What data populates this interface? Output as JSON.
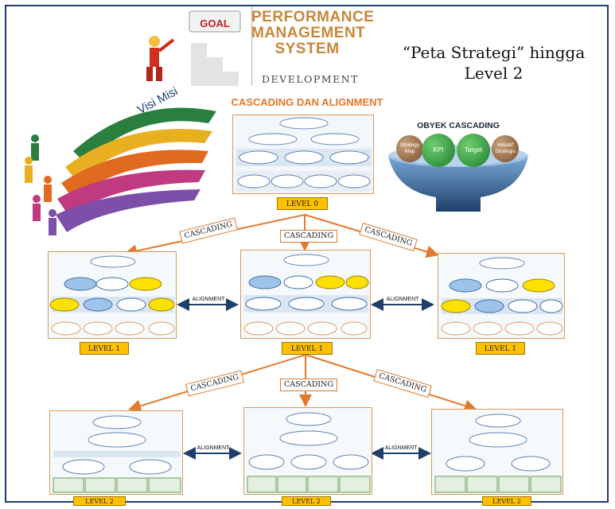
{
  "header": {
    "goal_word": "GOAL",
    "pms_lines": [
      "PERFORMANCE",
      "MANAGEMENT",
      "SYSTEM"
    ],
    "development": "DEVELOPMENT",
    "title": "“Peta Strategi” hingga Level 2",
    "subtitle": "CASCADING DAN ALIGNMENT"
  },
  "visi_misi": "Visi Misi",
  "obyek_cascading": {
    "label": "OBYEK CASCADING",
    "items": [
      "Strategy Map",
      "KPI",
      "Target",
      "Inisiatif Strategis"
    ]
  },
  "levels": {
    "level0": "LEVEL 0",
    "level1": "LEVEL 1",
    "level2": "LEVEL 2"
  },
  "connectors": {
    "cascading": "CASCADING",
    "alignment": "ALIGNMENT"
  },
  "colors": {
    "frame": "#1f3f6b",
    "accent_orange": "#e07a2c",
    "level_badge": "#ffc000",
    "alignment_arrow": "#1f3f6b"
  }
}
